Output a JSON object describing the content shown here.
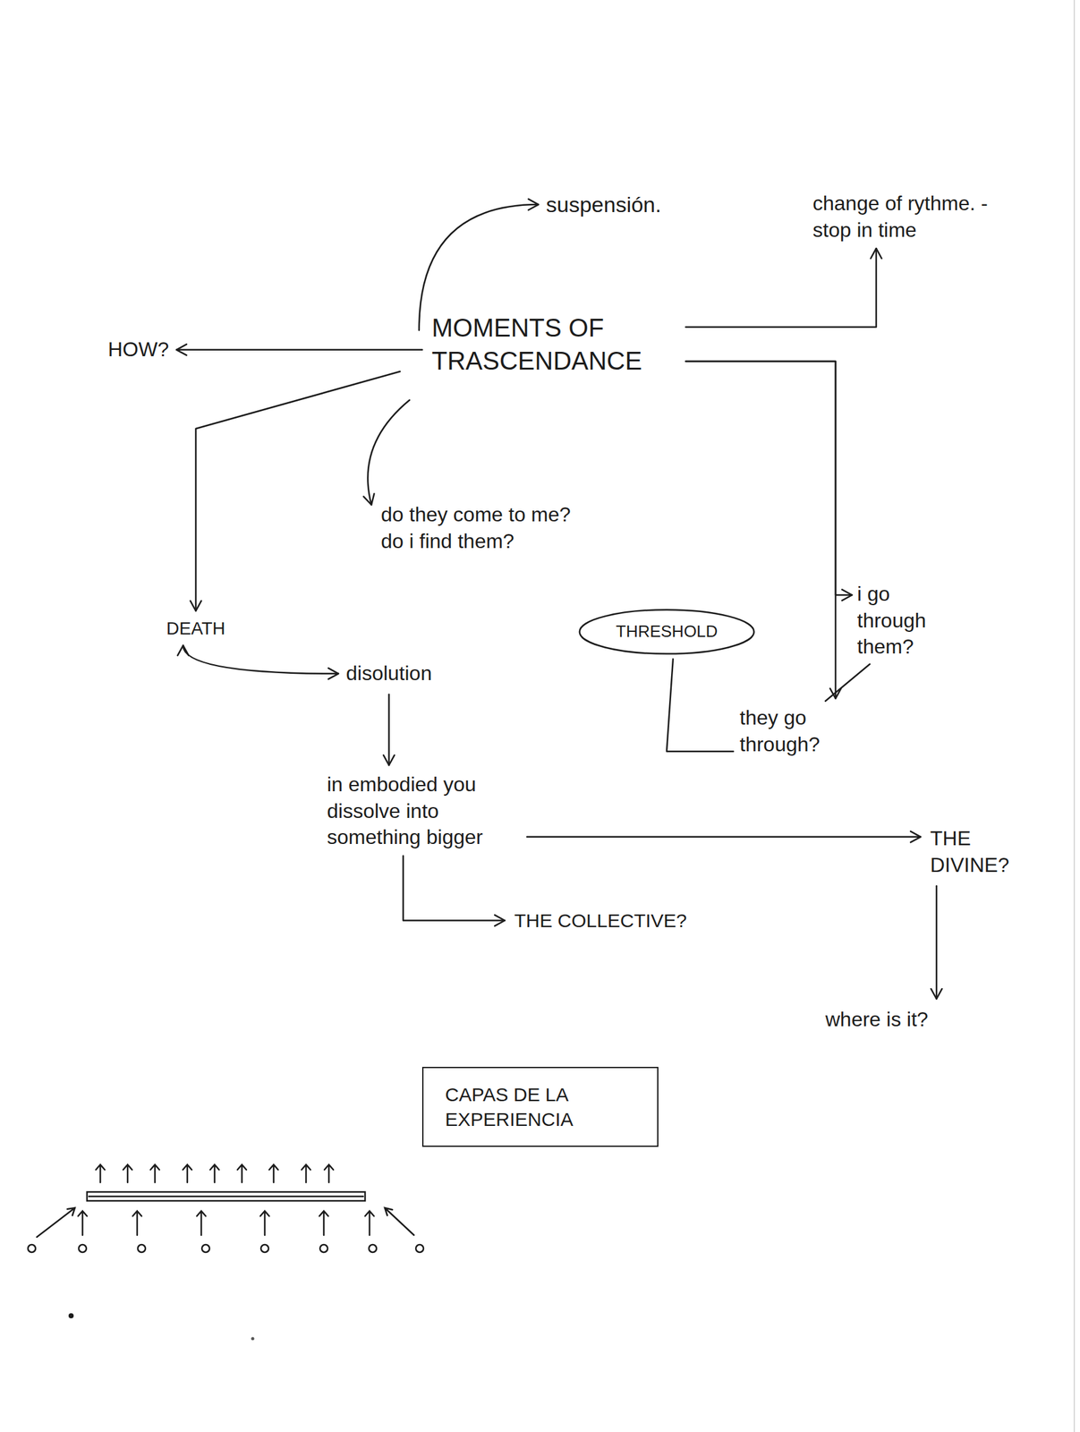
{
  "diagram": {
    "nodes": [
      {
        "text": [
          "suspensión."
        ]
      },
      {
        "text": [
          "change of rythme. - stop in time"
        ]
      },
      {
        "text": [
          "HOW?"
        ]
      },
      {
        "text": [
          "MOMENTS OF TRASCENDANCE"
        ]
      },
      {
        "text": [
          "do they come to me? do i find them?"
        ]
      },
      {
        "text": [
          "DEATH"
        ]
      },
      {
        "text": [
          "THRESHOLD"
        ]
      },
      {
        "text": [
          "i go through them?"
        ]
      },
      {
        "text": [
          "disolution"
        ]
      },
      {
        "text": [
          "they go through?"
        ]
      },
      {
        "text": [
          "in embodied you dissolve into something bigger"
        ]
      },
      {
        "text": [
          "THE DIVINE?"
        ]
      },
      {
        "text": [
          "THE COLLECTIVE?"
        ]
      },
      {
        "text": [
          "where is it?"
        ]
      },
      {
        "text": [
          "CAPAS DE LA EXPERIENCIA"
        ]
      }
    ],
    "edges": [
      {
        "from": 3,
        "to": 0,
        "arrow": "to"
      },
      {
        "from": 3,
        "to": 1,
        "arrow": "to"
      },
      {
        "from": 3,
        "to": 2,
        "arrow": "to"
      },
      {
        "from": 3,
        "to": 5,
        "arrow": "to"
      },
      {
        "from": 3,
        "to": 4,
        "arrow": "to"
      },
      {
        "from": 3,
        "to": 7,
        "arrow": "to"
      },
      {
        "from": 3,
        "to": 9,
        "arrow": "to"
      },
      {
        "from": 5,
        "to": 8,
        "arrow": "both"
      },
      {
        "from": 8,
        "to": 10,
        "arrow": "to"
      },
      {
        "from": 10,
        "to": 11,
        "arrow": "to"
      },
      {
        "from": 10,
        "to": 12,
        "arrow": "to"
      },
      {
        "from": 11,
        "to": 13,
        "arrow": "to"
      },
      {
        "from": 7,
        "to": 9,
        "arrow": "none"
      },
      {
        "from": 6,
        "to": 9,
        "arrow": "none"
      }
    ]
  }
}
